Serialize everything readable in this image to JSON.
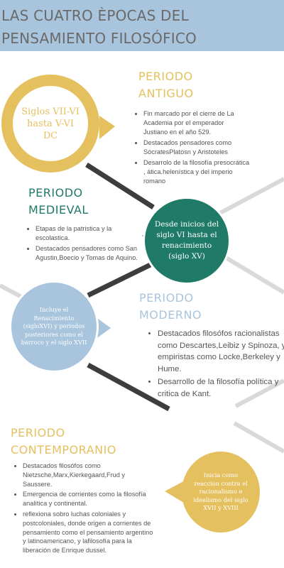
{
  "title": "LAS CUATRO ÈPOCAS DEL PENSAMIENTO FILOSÓFICO",
  "colors": {
    "header_bg": "#a9c4dd",
    "gold": "#e5c05f",
    "green": "#1f7a67",
    "blue": "#a9c4dd",
    "connector_dark": "#3d3d3d",
    "connector_light": "#d9d9d9"
  },
  "antiguo": {
    "heading": "PERIODO ANTIGUO",
    "bubble": "Siglos VII-VI hasta V-VI DC",
    "bullets": [
      "Fin marcado por el cierre de La Academia por el emperador Justiano en el año 529.",
      "Destacados pensadores como SócratesPlatosn y Aristoteles",
      "Desarrolo de la filosofía presocrática , ática.helenística y del imperio romano"
    ]
  },
  "medieval": {
    "heading": "PERIODO MEDIEVAL",
    "bubble": "Desde inicios del siglo VI hasta el renacimiento (siglo XV)",
    "bullets": [
      "Etapas de la patristica y la escolastica.",
      "Destacados pensadores como San Agustin,Boecio y Tomas de Aquino."
    ]
  },
  "moderno": {
    "heading": "PERIODO MODERNO",
    "bubble": "Incluye el Renacimiento (sigloXVI) y periodos posteriores como el barroco y el siglo XVII",
    "bullets": [
      "Destacados filosófos racionalistas como Descartes,Leibiz y Spinoza, y empiristas como Locke,Berkeley y Hume.",
      "Desarrollo de la filosofía política y critica de Kant."
    ]
  },
  "contemporaneo": {
    "heading": "PERIODO CONTEMPORANIO",
    "bubble": "Inicia como reaccion contra el racionalismo e idealismo del siglo XVII y XVIII",
    "bullets": [
      "Destacados filosófos como Nietzsche,Marx,Kierkegaard,Frud y Saussere.",
      "Emergencia de corrientes como la filosofía analítica y continental.",
      "reflexiona sobro luchas coloniales y postcoloniales, donde origen a corrientes de pensamiento como el pensamiento argentino y latinoamericano, y lafilosofía para la liberación de Enrique dussel."
    ]
  }
}
